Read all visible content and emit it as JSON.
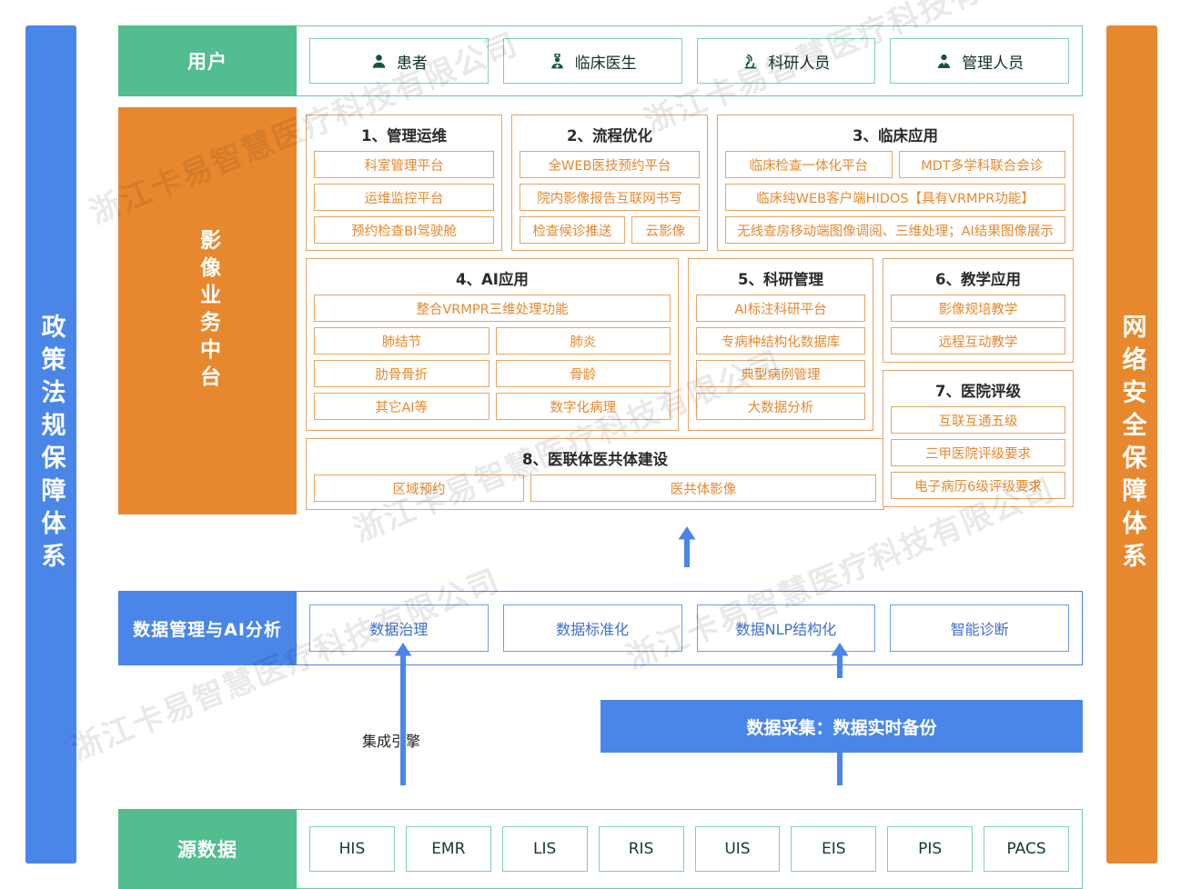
{
  "sides": {
    "left_bar": "政策法规保障体系",
    "right_bar": "网络安全保障体系"
  },
  "colors": {
    "green": "#52bd8f",
    "orange": "#e8882e",
    "blue": "#4a86e8",
    "orange_text": "#e8882e",
    "blue_text": "#3f6fd1"
  },
  "watermark": "浙江卡易智慧医疗科技有限公司",
  "users": {
    "label": "用户",
    "items": [
      {
        "label": "患者",
        "icon": "person-icon"
      },
      {
        "label": "临床医生",
        "icon": "doctor-icon"
      },
      {
        "label": "科研人员",
        "icon": "microscope-icon"
      },
      {
        "label": "管理人员",
        "icon": "manager-icon"
      }
    ]
  },
  "middle": {
    "label": "影像业务中台",
    "panels": [
      {
        "title": "1、管理运维",
        "rows": [
          [
            "科室管理平台"
          ],
          [
            "运维监控平台"
          ],
          [
            "预约检查BI驾驶舱"
          ]
        ]
      },
      {
        "title": "2、流程优化",
        "rows": [
          [
            "全WEB医技预约平台"
          ],
          [
            "院内影像报告互联网书写"
          ],
          [
            "检查候诊推送",
            "云影像"
          ]
        ]
      },
      {
        "title": "3、临床应用",
        "rows": [
          [
            "临床检查一体化平台",
            "MDT多学科联合会诊"
          ],
          [
            "临床纯WEB客户端HIDOS【具有VRMPR功能】"
          ],
          [
            "无线查房移动端图像调阅、三维处理；AI结果图像展示"
          ]
        ]
      },
      {
        "title": "4、AI应用",
        "rows": [
          [
            "整合VRMPR三维处理功能"
          ],
          [
            "肺结节",
            "肺炎"
          ],
          [
            "肋骨骨折",
            "骨龄"
          ],
          [
            "其它AI等",
            "数字化病理"
          ]
        ]
      },
      {
        "title": "5、科研管理",
        "rows": [
          [
            "AI标注科研平台"
          ],
          [
            "专病种结构化数据库"
          ],
          [
            "典型病例管理"
          ],
          [
            "大数据分析"
          ]
        ]
      },
      {
        "title": "6、教学应用",
        "rows": [
          [
            "影像规培教学"
          ],
          [
            "远程互动教学"
          ]
        ]
      },
      {
        "title": "7、医院评级",
        "rows": [
          [
            "互联互通五级"
          ],
          [
            "三甲医院评级要求"
          ],
          [
            "电子病历6级评级要求"
          ]
        ]
      },
      {
        "title": "8、医联体医共体建设",
        "rows": [
          [
            "区域预约",
            "医共体影像"
          ]
        ]
      }
    ]
  },
  "data_management": {
    "label": "数据管理与AI分析",
    "items": [
      "数据治理",
      "数据标准化",
      "数据NLP结构化",
      "智能诊断"
    ]
  },
  "connectors": {
    "engine_label": "集成引擎",
    "collect_bar": "数据采集：数据实时备份"
  },
  "source": {
    "label": "源数据",
    "items": [
      "HIS",
      "EMR",
      "LIS",
      "RIS",
      "UIS",
      "EIS",
      "PIS",
      "PACS"
    ]
  }
}
